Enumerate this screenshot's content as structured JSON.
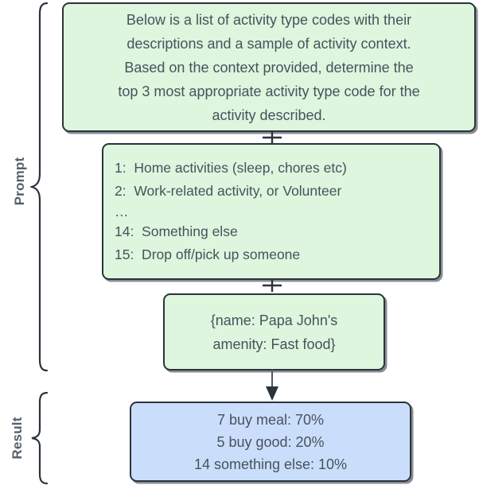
{
  "diagram": {
    "sections": {
      "prompt_label": "Prompt",
      "result_label": "Result"
    },
    "colors": {
      "prompt_box_fill": "#ddf6dd",
      "result_box_fill": "#cadefb",
      "box_border": "#2b333d",
      "text": "#48525e",
      "label_text": "#56606b"
    },
    "nodes": {
      "instruction": {
        "lines": [
          "Below is a list of activity type codes with their",
          "descriptions and a sample of activity context.",
          "Based on the context provided, determine the",
          "top 3 most appropriate activity type code for the",
          "activity described."
        ]
      },
      "codes": {
        "lines": [
          "1:  Home activities (sleep, chores etc)",
          "2:  Work-related activity, or Volunteer",
          "…",
          "14:  Something else",
          "15:  Drop off/pick up someone"
        ]
      },
      "context": {
        "lines": [
          "{name: Papa John's",
          "amenity: Fast food}"
        ]
      },
      "result": {
        "lines": [
          "7 buy meal: 70%",
          "5 buy good: 20%",
          "14 something else: 10%"
        ]
      }
    },
    "connectors": {
      "plus_1": "+",
      "plus_2": "+",
      "arrow": "arrow-down"
    }
  }
}
